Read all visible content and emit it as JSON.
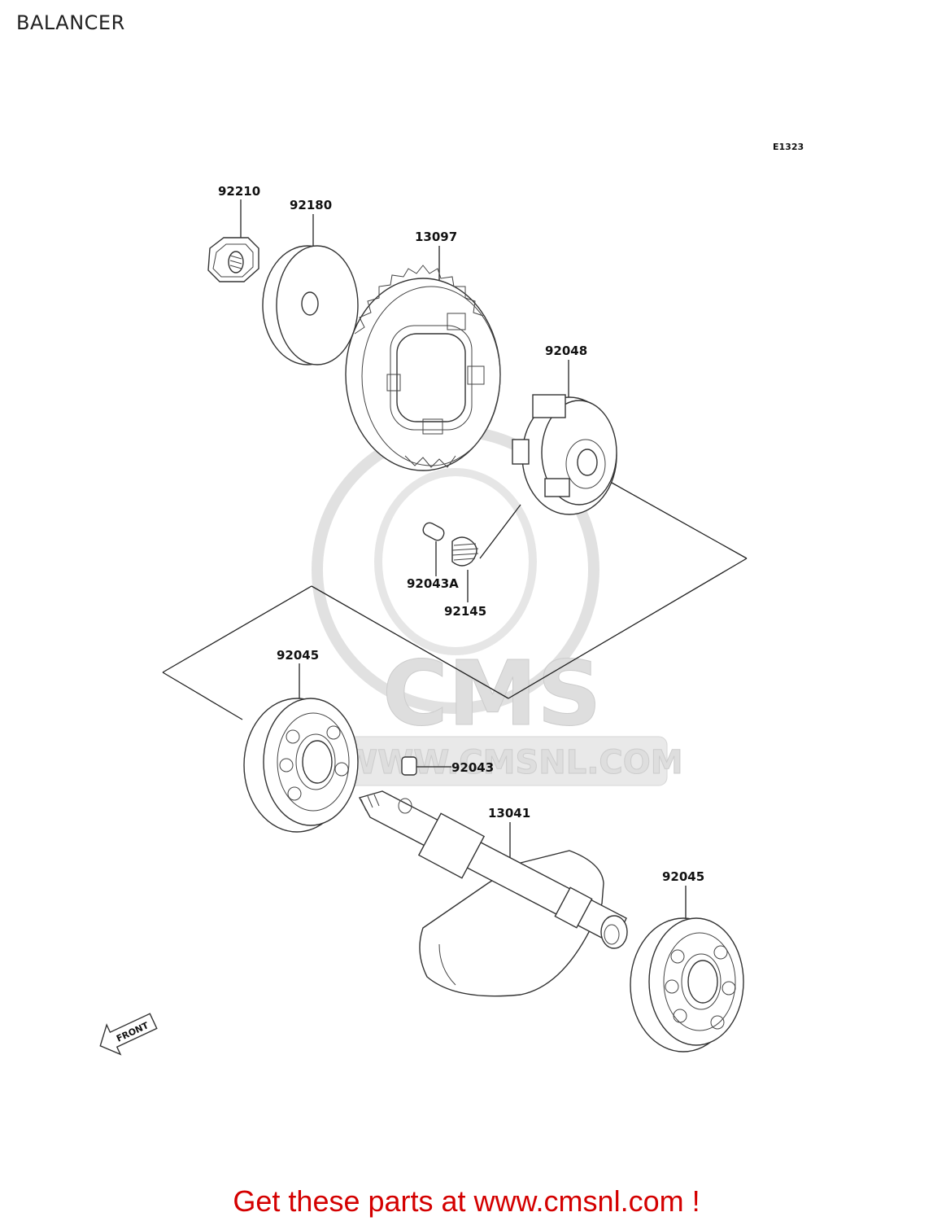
{
  "page": {
    "title": "BALANCER",
    "diagram_code": "E1323",
    "cta": "Get these parts at www.cmsnl.com !",
    "front_label": "FRONT",
    "watermark": {
      "brand": "CMS",
      "url": "WWW.CMSNL.COM"
    }
  },
  "parts": {
    "p92210": "92210",
    "p92180": "92180",
    "p13097": "13097",
    "p92048": "92048",
    "p92043A": "92043A",
    "p92145": "92145",
    "p92045_left": "92045",
    "p92043": "92043",
    "p13041": "13041",
    "p92045_right": "92045"
  }
}
